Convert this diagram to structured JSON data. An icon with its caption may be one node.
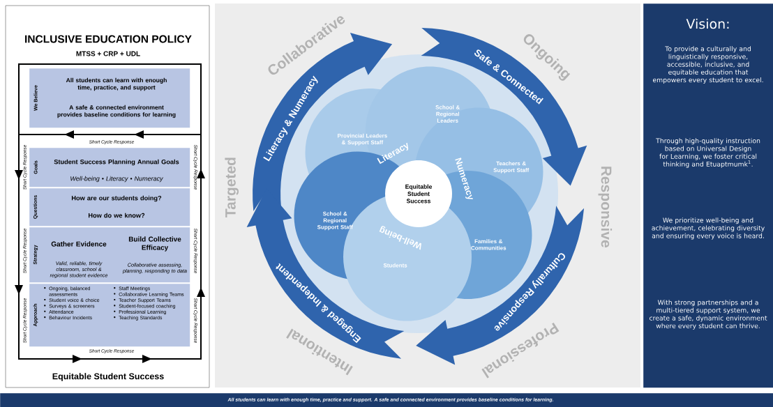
{
  "diagram": {
    "nodes": [
      {
        "text": [
          "We Believe",
          "All students can learn with enough time, practice, and support",
          "A safe & connected environment provides baseline conditions for learning"
        ]
      },
      {
        "text": [
          "Goals",
          "Student Success Planning Annual Goals",
          "Well-being • Literacy • Numeracy"
        ]
      },
      {
        "text": [
          "Questions",
          "How are our students doing?",
          "How do we know?"
        ]
      },
      {
        "text": [
          "Strategy",
          "Gather Evidence",
          "Valid, reliable, timely classroom, school & regional student evidence",
          "Build Collective Efficacy",
          "Collaborative assessing, planning, responding to data"
        ]
      },
      {
        "text": [
          "Approach",
          "Ongoing, balanced assessments",
          "Student voice & choice",
          "Surveys & screeners",
          "Attendance",
          "Behaviour Incidents",
          "Staff Meetings",
          "Collaborative Learning Teams",
          "Teacher Support Teams",
          "Student-focused coaching",
          "Professional Learning",
          "Teaching Standards"
        ]
      },
      {
        "text": [
          "Literacy & Numeracy"
        ]
      },
      {
        "text": [
          "Safe & Connected"
        ]
      },
      {
        "text": [
          "Culturally Responsive"
        ]
      },
      {
        "text": [
          "Engaged & Independent"
        ]
      },
      {
        "text": [
          "Provincial Leaders & Support Staff"
        ]
      },
      {
        "text": [
          "School & Regional Leaders"
        ]
      },
      {
        "text": [
          "Teachers & Support Staff"
        ]
      },
      {
        "text": [
          "School & Regional Support Staff"
        ]
      },
      {
        "text": [
          "Families & Communities"
        ]
      },
      {
        "text": [
          "Students"
        ]
      },
      {
        "text": [
          "Equitable Student Success"
        ]
      },
      {
        "text": [
          "Vision:",
          "To provide a culturally and linguistically responsive, accessible, inclusive, and equitable education that empowers every student to excel.",
          "Through high-quality instruction based on Universal Design for Learning, we foster critical thinking and Etuaptmumk$^{1}$.",
          "We prioritize well-being and achievement, celebrating diversity and ensuring every voice is heard.",
          "With strong partnerships and a multi-tiered support system, we create a safe, dynamic environment where every student can thrive."
        ]
      },
      {
        "text": [
          "All students can learn with enough time, practice and support. A safe and connected environment provides baseline conditions for learning."
        ]
      }
    ],
    "labels": [
      "INCLUSIVE EDUCATION POLICY",
      "MTSS + CRP + UDL",
      "Short Cycle Response",
      "Short Cycle Response",
      "Short Cycle Response",
      "Short Cycle Response",
      "Short Cycle Response",
      "Short Cycle Response",
      "Short Cycle Response",
      "Short Cycle Response",
      "Equitable Student Success",
      "Collaborative",
      "Ongoing",
      "Responsive",
      "Professional",
      "Intentional",
      "Targeted",
      "Literacy",
      "Numeracy",
      "Well-being"
    ]
  }
}
